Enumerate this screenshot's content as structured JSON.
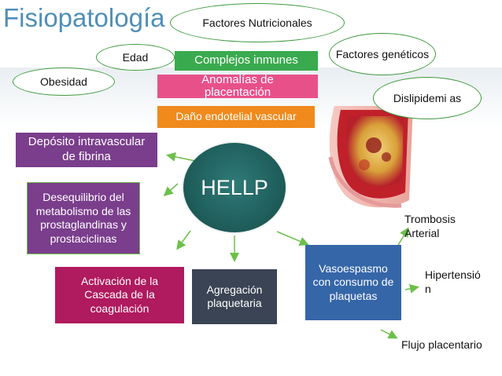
{
  "title": "Fisiopatología",
  "center": "HELLP",
  "ovals": {
    "nutricionales": "Factores Nutricionales",
    "edad": "Edad",
    "geneticos": "Factores genéticos",
    "obesidad": "Obesidad",
    "dislipidemias": "Dislipidemi as"
  },
  "bars": {
    "complejos": "Complejos inmunes",
    "anomalias": "Anomalías de placentación",
    "dano": "Daño endotelial vascular"
  },
  "boxes": {
    "deposito": "Depósito intravascular de fibrina",
    "desequilibrio": "Desequilibrio del metabolismo de las prostaglandinas y prostaciclinas",
    "activacion": "Activación de la Cascada de la coagulación",
    "agregacion": "Agregación plaquetaria",
    "vasoespasmo": "Vasoespasmo con consumo de plaquetas"
  },
  "outcomes": {
    "trombosis": "Trombosis Arterial",
    "hipertension": "Hipertensió n",
    "flujo": "Flujo placentario"
  },
  "colors": {
    "title": "#4f8fb8",
    "oval_border": "#3f9a3f",
    "green_bar": "#3aaa4e",
    "pink_bar": "#e8508a",
    "orange_bar": "#f08a1c",
    "purple": "#7a3e8c",
    "magenta": "#b01a5e",
    "slate": "#3b4454",
    "blue": "#3566a8",
    "teal": "#1f5f5c",
    "arrow": "#6cc04a"
  }
}
